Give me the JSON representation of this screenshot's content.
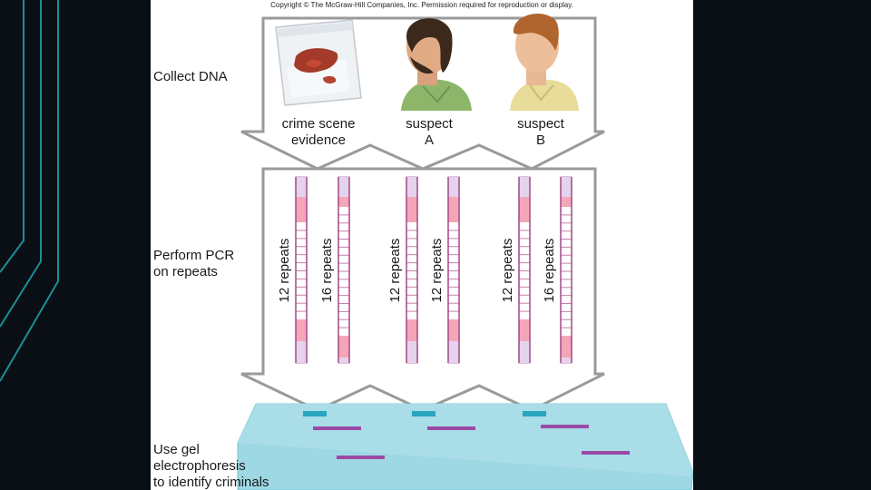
{
  "copyright": "Copyright © The McGraw-Hill Companies, Inc. Permission required for reproduction or display.",
  "steps": {
    "collect": {
      "line1": "Collect DNA"
    },
    "pcr": {
      "line1": "Perform PCR",
      "line2": "on repeats"
    },
    "gel": {
      "line1": "Use gel",
      "line2": "electrophoresis",
      "line3": "to identify criminals"
    }
  },
  "subjects": [
    {
      "line1": "crime scene",
      "line2": "evidence"
    },
    {
      "line1": "suspect",
      "line2": "A"
    },
    {
      "line1": "suspect",
      "line2": "B"
    }
  ],
  "strands": [
    {
      "label": "12 repeats"
    },
    {
      "label": "16 repeats"
    },
    {
      "label": "12 repeats"
    },
    {
      "label": "12 repeats"
    },
    {
      "label": "12 repeats"
    },
    {
      "label": "16 repeats"
    }
  ],
  "colors": {
    "background": "#0a0f15",
    "accent_lines": "#1b8f96",
    "gel": "#9ed8e4",
    "band": "#9b4aa6",
    "strand_pink": "#f4a6b8",
    "strand_lavender": "#e3d3ec"
  },
  "icons": [
    "evidence-bag-icon",
    "suspect-a-portrait",
    "suspect-b-portrait"
  ]
}
